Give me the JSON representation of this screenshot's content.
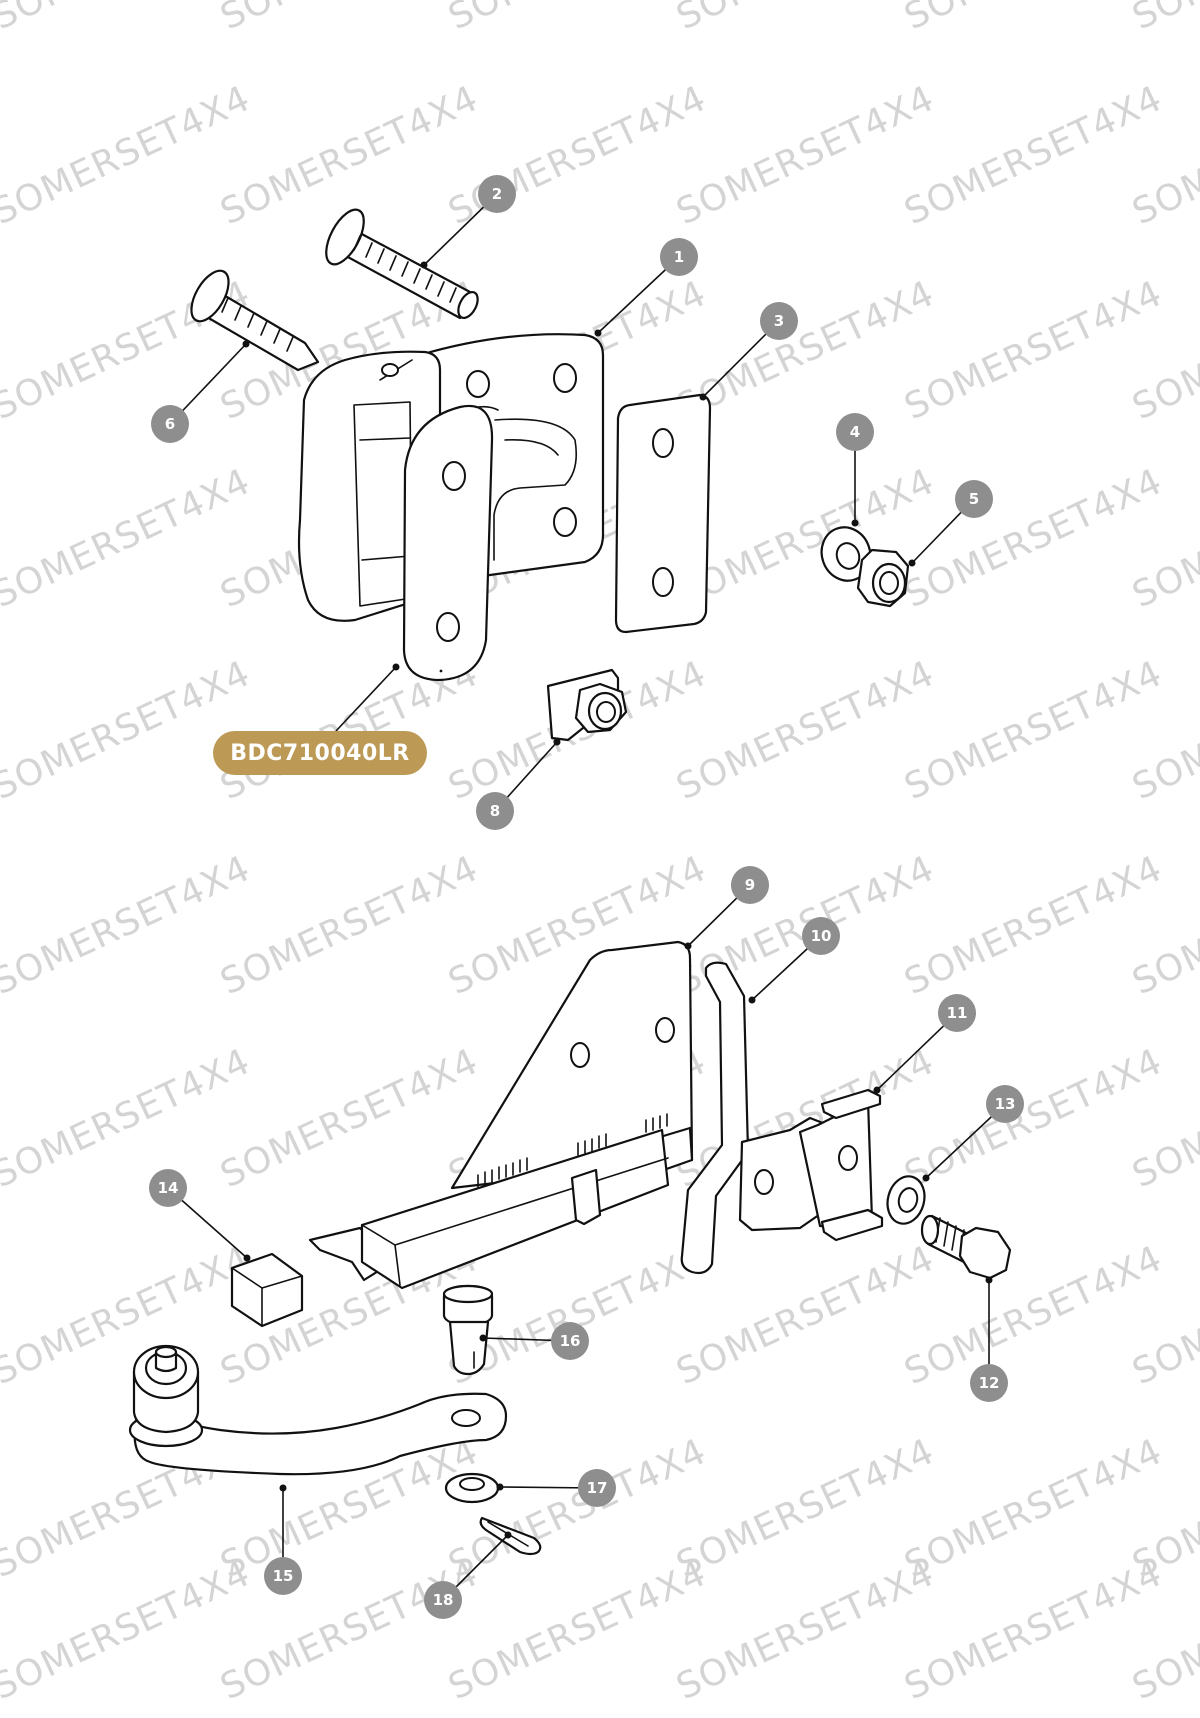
{
  "watermark": {
    "text": "SOMERSET4X4"
  },
  "part_number": {
    "label": "BDC710040LR",
    "color": "#bc9a56"
  },
  "callouts": [
    {
      "label": "1"
    },
    {
      "label": "2"
    },
    {
      "label": "3"
    },
    {
      "label": "4"
    },
    {
      "label": "5"
    },
    {
      "label": "6"
    },
    {
      "label": "8"
    },
    {
      "label": "9"
    },
    {
      "label": "10"
    },
    {
      "label": "11"
    },
    {
      "label": "12"
    },
    {
      "label": "13"
    },
    {
      "label": "14"
    },
    {
      "label": "15"
    },
    {
      "label": "16"
    },
    {
      "label": "17"
    },
    {
      "label": "18"
    }
  ],
  "colors": {
    "callout": "#8e8e8e",
    "line": "#111111",
    "watermark": "#d4d4d4"
  }
}
